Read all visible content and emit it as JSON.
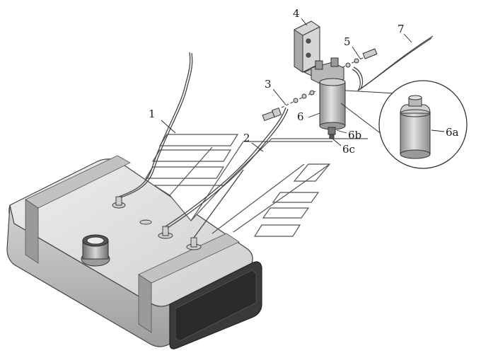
{
  "diagram": {
    "callouts": [
      {
        "id": "c1",
        "text": "1"
      },
      {
        "id": "c2",
        "text": "2"
      },
      {
        "id": "c3",
        "text": "3"
      },
      {
        "id": "c4",
        "text": "4"
      },
      {
        "id": "c5",
        "text": "5"
      },
      {
        "id": "c6",
        "text": "6"
      },
      {
        "id": "c6a",
        "text": "6a"
      },
      {
        "id": "c6b",
        "text": "6b"
      },
      {
        "id": "c6c",
        "text": "6c"
      },
      {
        "id": "c7",
        "text": "7"
      }
    ]
  },
  "colors": {
    "line": "#333333",
    "tank_body": "#d9d9d9",
    "tank_band": "#c4c4c4",
    "tank_end": "#3a3a3a",
    "filter": "#bcbcbc",
    "chevron": "#555555"
  }
}
